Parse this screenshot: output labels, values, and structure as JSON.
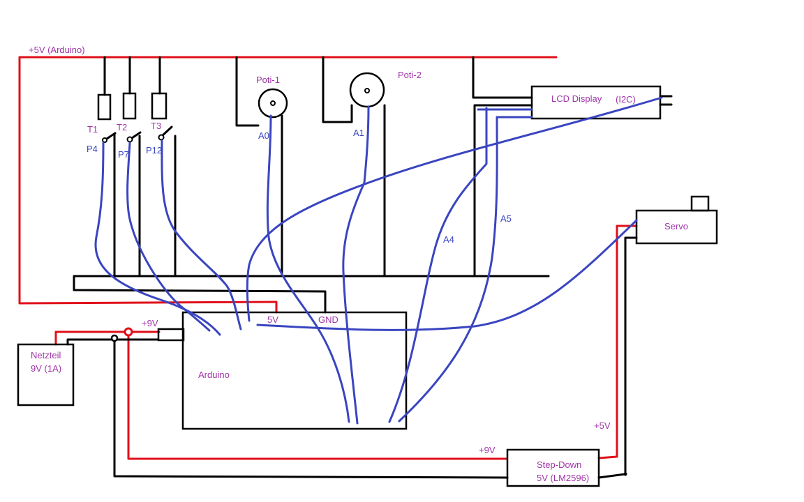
{
  "colors": {
    "power_wire": "#e0101a",
    "signal_wire": "#3a45c0",
    "ground_wire": "#000000",
    "component_label": "#a035a8",
    "pin_label": "#3a45c0"
  },
  "labels": {
    "rail_5v": "+5V (Arduino)",
    "t1": "T1",
    "t2": "T2",
    "t3": "T3",
    "p4": "P4",
    "p7": "P7",
    "p12": "P12",
    "poti1": "Poti-1",
    "poti2": "Poti-2",
    "a0": "A0",
    "a1": "A1",
    "a4": "A4",
    "a5": "A5",
    "lcd": "LCD Display",
    "lcd_i2c": "(I2C)",
    "servo": "Servo",
    "arduino": "Arduino",
    "pin_5v": "5V",
    "pin_gnd": "GND",
    "pin_9v": "+9V",
    "psu_line1": "Netzteil",
    "psu_line2": "9V (1A)",
    "stepdown_line1": "Step-Down",
    "stepdown_line2": "5V (LM2596)",
    "stepdown_9v": "+9V",
    "stepdown_5v": "+5V"
  }
}
